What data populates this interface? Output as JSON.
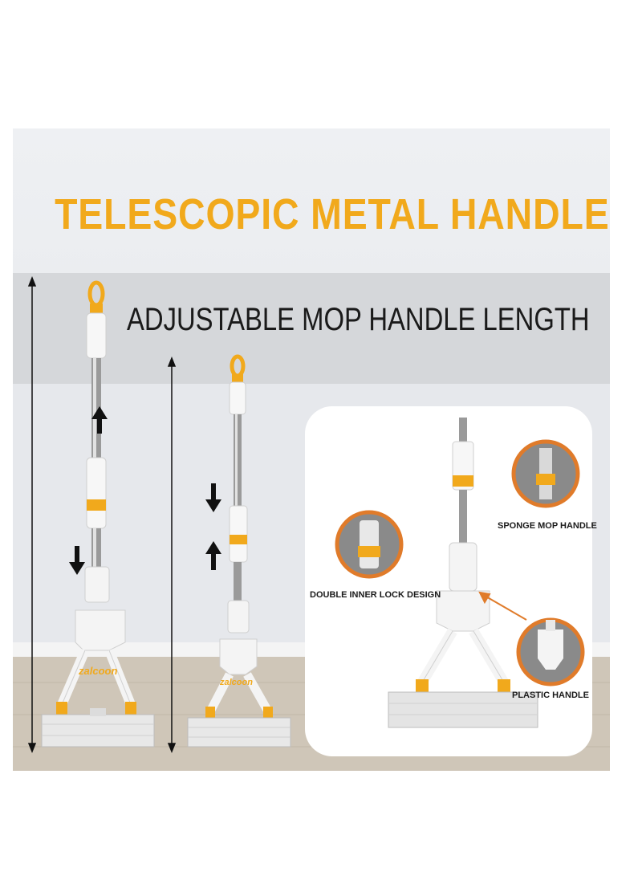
{
  "heading": {
    "title": "TELESCOPIC METAL HANDLE",
    "subtitle": "ADJUSTABLE MOP HANDLE LENGTH"
  },
  "brand": {
    "logo_text": "zalcoon"
  },
  "callouts": {
    "sponge": "SPONGE MOP HANDLE",
    "lock": "DOUBLE INNER LOCK DESIGN",
    "plastic": "PLASTIC HANDLE"
  },
  "colors": {
    "accent": "#f1a91c",
    "callout_ring": "#e07b2a",
    "text": "#1a1a1a"
  },
  "icons": [
    "arrow-up-icon",
    "arrow-down-icon",
    "dimension-arrow-icon"
  ]
}
